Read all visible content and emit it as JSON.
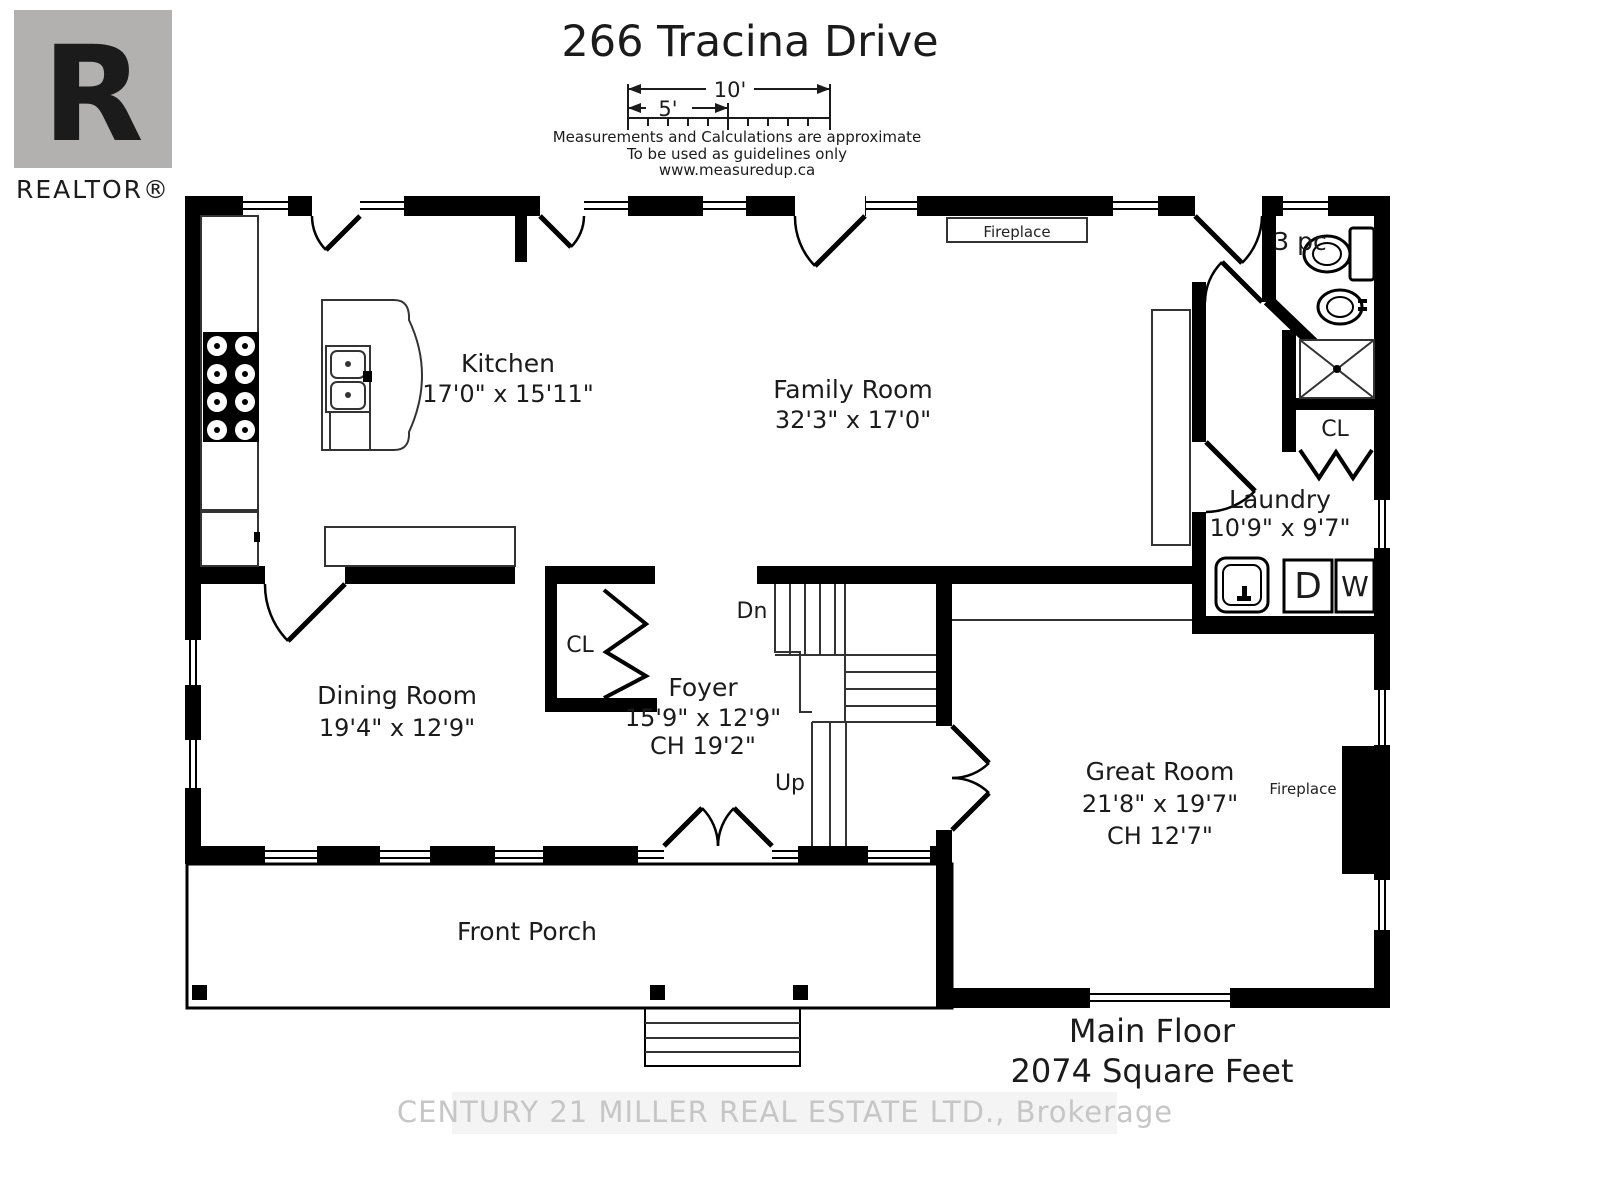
{
  "header": {
    "realtor": {
      "letter": "R",
      "label": "REALTOR®"
    },
    "title": "266 Tracina Drive",
    "scale": {
      "long": "10'",
      "short": "5'"
    },
    "disclaimer": [
      "Measurements and Calculations are approximate",
      "To be used as guidelines only",
      "www.measuredup.ca"
    ]
  },
  "rooms": {
    "kitchen": {
      "name": "Kitchen",
      "dims": "17'0\" x 15'11\""
    },
    "family_room": {
      "name": "Family Room",
      "dims": "32'3\" x 17'0\""
    },
    "dining_room": {
      "name": "Dining Room",
      "dims": "19'4\" x 12'9\""
    },
    "foyer": {
      "name": "Foyer",
      "dims": "15'9\" x 12'9\"",
      "ceiling": "CH 19'2\""
    },
    "great_room": {
      "name": "Great Room",
      "dims": "21'8\" x 19'7\"",
      "ceiling": "CH 12'7\""
    },
    "laundry": {
      "name": "Laundry",
      "dims": "10'9\" x 9'7\""
    },
    "front_porch": {
      "name": "Front Porch"
    },
    "bathroom": {
      "name": "3 pc"
    }
  },
  "labels": {
    "closet_dining": "CL",
    "closet_hall": "CL",
    "fireplace_family": "Fireplace",
    "fireplace_great": "Fireplace",
    "stairs_down": "Dn",
    "stairs_up": "Up",
    "dryer": "D",
    "washer": "W"
  },
  "footer": {
    "floor": "Main Floor",
    "area": "2074 Square Feet",
    "watermark": "CENTURY 21 MILLER REAL ESTATE LTD.,  Brokerage"
  },
  "colors": {
    "wall": "#000000",
    "logo_gray": "#b3b0b0",
    "watermark_gray": "#c6c6c6"
  }
}
